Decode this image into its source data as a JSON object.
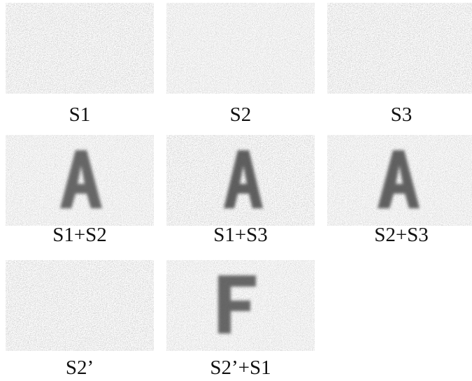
{
  "figure": {
    "row1": {
      "s1": {
        "caption": "S1"
      },
      "s2": {
        "caption": "S2"
      },
      "s3": {
        "caption": "S3"
      }
    },
    "row2": {
      "s1s2": {
        "caption": "S1+S2",
        "revealed_letter": "A"
      },
      "s1s3": {
        "caption": "S1+S3",
        "revealed_letter": "A"
      },
      "s2s3": {
        "caption": "S2+S3",
        "revealed_letter": "A"
      }
    },
    "row3": {
      "s2p": {
        "caption": "S2’"
      },
      "s2ps1": {
        "caption": "S2’+S1",
        "revealed_letter": "F"
      }
    }
  },
  "colors": {
    "noise_light": "#e8e8e8",
    "noise_dark": "#3a3a3a",
    "letter_shade": "#4a4a4a",
    "caption_text": "#111111"
  }
}
